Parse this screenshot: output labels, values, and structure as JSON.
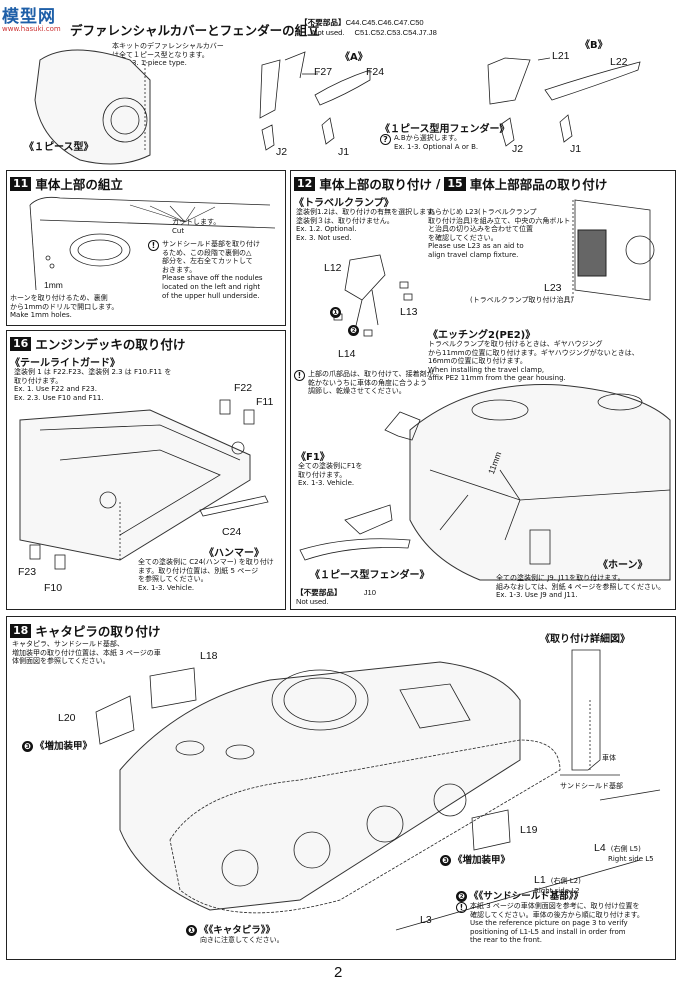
{
  "watermark": {
    "brand": "模型网",
    "url": "www.hasuki.com"
  },
  "page_number": "2",
  "step_diff": {
    "title": "デファレンシャルカバーとフェンダーの組立",
    "note": "本キットのデファレンシャルカバー\nは全て１ピース型となります。\nEx. 1-3. 1-piece type.",
    "tag_one_piece": "《１ピース型》",
    "unneeded_title": "【不要部品】",
    "unneeded_line1": "C44.C45.C46.C47.C50",
    "unneeded_not_used": "Not used.",
    "unneeded_line2": "C51.C52.C53.C54.J7.J8",
    "group_a": "《A》",
    "group_b": "《B》",
    "parts_a": {
      "f27": "F27",
      "f24": "F24",
      "j2": "J2",
      "j1": "J1"
    },
    "parts_b": {
      "l21": "L21",
      "l22": "L22",
      "j2": "J2",
      "j1": "J1"
    },
    "fender_caption": "《１ピース型用フェンダー》",
    "fender_note": "A.Bから選択します。\nEx. 1-3. Optional A or B."
  },
  "step11": {
    "number": "11",
    "title": "車体上部の組立",
    "cut_label": "カットします。\nCut",
    "note_jp": "サンドシールド基部を取り付け\nるため、この段階で裏側の△\n部分を、左右全てカットして\nおきます。",
    "note_en": "Please shave off the nodules\nlocated on the left and right\nof the upper hull underside.",
    "mm_label": "1mm",
    "hole_note": "ホーンを取り付けるため、裏側\nから1mmのドリルで開口します。\nMake 1mm holes."
  },
  "step12": {
    "number": "12",
    "title": "車体上部の取り付け",
    "slash": "/",
    "travel_clamp": "《トラベルクランプ》",
    "tc_note": "塗装例1.2は、取り付けの有無を選択します。\n塗装例３は、取り付けません。\nEx. 1.2. Optional.\nEx. 3. Not used.",
    "parts": {
      "l12": "L12",
      "l13": "L13",
      "l14": "L14"
    },
    "glue_note": "上部の爪部品は、取り付けて、接着剤が\n乾かないうちに車体の角度に合うよう\n調節し、乾燥させてください。",
    "f1_title": "《F1》",
    "f1_note": "全ての塗装例にF1を\n取り付けます。\nEx. 1-3. Vehicle.",
    "fender_caption": "《１ピース型フェンダー》",
    "unneeded_title": "【不要部品】",
    "unneeded_parts": "J10",
    "unneeded_not_used": "Not used."
  },
  "step15": {
    "number": "15",
    "title": "車体上部部品の取り付け",
    "jig_note": "あらかじめ L23(トラベルクランプ\n取り付け治具)を組み立て、中央の六角ボルト\nと治具の切り込みを合わせて位置\nを確認してください。\nPlease use L23 as an aid to\nalign travel clamp fixture.",
    "l23": "L23",
    "jig_caption": "(トラベルクランプ取り付け治具)",
    "etching_title": "《エッチング2(PE2)》",
    "etching_note": "トラベルクランプを取り付けるときは、ギヤハウジング\nから11mmの位置に取り付けます。ギヤハウジングがないときは、\n16mmの位置に取り付けます。\nWhen installing the travel clamp,\naffix PE2 11mm from the gear housing.",
    "mm11": "11mm",
    "horn_title": "《ホーン》",
    "horn_note": "全ての塗装例に J9. J11を取り付けます。\n組みなおしては、別紙 4 ページを参照してください。\nEx. 1-3. Use J9 and J11."
  },
  "step16": {
    "number": "16",
    "title": "エンジンデッキの取り付け",
    "tail_title": "《テールライトガード》",
    "tail_note": "塗装例 1 は F22.F23、塗装例 2.3 は F10.F11 を\n取り付けます。\nEx. 1. Use F22 and F23.\nEx. 2.3. Use F10 and F11.",
    "parts": {
      "f22": "F22",
      "f11": "F11",
      "c24": "C24",
      "f23": "F23",
      "f10": "F10"
    },
    "hammer_title": "《ハンマー》",
    "hammer_note": "全ての塗装例に C24(ハンマー) を取り付け\nます。取り付け位置は、別紙 5 ページ\nを参照してください。\nEx. 1-3. Vehicle."
  },
  "step18": {
    "number": "18",
    "title": "キャタピラの取り付け",
    "intro": "キャタピラ、サンドシールド基部、\n増加装甲の取り付け位置は、本紙 3 ページの車\n体側面図を参照してください。",
    "parts": {
      "l18": "L18",
      "l20": "L20",
      "l19": "L19",
      "l4": "L4",
      "l4_right": "(右側 L5)",
      "l4_en": "Right side L5",
      "l1": "L1",
      "l1_right": "(右側 L2)",
      "l1_en": "Right side L2",
      "l3": "L3"
    },
    "armor_a": "増加装甲",
    "armor_b": "増加装甲",
    "track_title": "《キャタピラ》",
    "track_note": "向きに注意してください。",
    "sand_title": "《サンドシールド基部》",
    "sand_note_jp": "本紙 3 ページの車体側面図を参考に、取り付け位置を\n確認してください。車体の後方から順に取り付けます。",
    "sand_note_en": "Use the reference picture on page 3 to verify\npositioning of L1-L5 and install in order from\nthe rear to the front.",
    "detail_title": "《取り付け詳細図》",
    "detail_hull": "車体",
    "detail_sand": "サンドシールド基部",
    "markers": {
      "one": "❶",
      "two": "❷",
      "three": "❸"
    }
  }
}
